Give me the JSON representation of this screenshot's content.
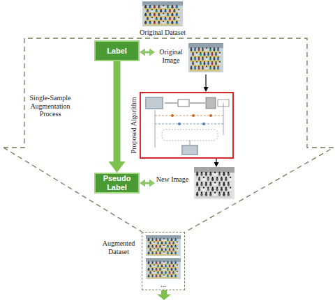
{
  "diagram": {
    "nodes": [
      {
        "text": [
          "Original Dataset"
        ]
      },
      {
        "text": [
          "Single-Sample Augmentation Process"
        ]
      },
      {
        "text": [
          "Label"
        ],
        "in": 1
      },
      {
        "text": [
          "Original Image"
        ],
        "in": 1
      },
      {
        "text": [
          "Proposed Algorithm"
        ],
        "in": 1
      },
      {
        "text": [
          "New Image"
        ],
        "in": 1
      },
      {
        "text": [
          "Pseudo Label"
        ],
        "in": 1
      },
      {
        "text": [
          "Augmented Dataset",
          "..."
        ]
      }
    ],
    "edges": [
      {
        "from": 2,
        "to": 3,
        "arrow": "both"
      },
      {
        "from": 3,
        "to": 4,
        "arrow": "to"
      },
      {
        "from": 4,
        "to": 5,
        "arrow": "to"
      },
      {
        "from": 2,
        "to": 6,
        "arrow": "to"
      },
      {
        "from": 6,
        "to": 5,
        "arrow": "both"
      }
    ]
  }
}
